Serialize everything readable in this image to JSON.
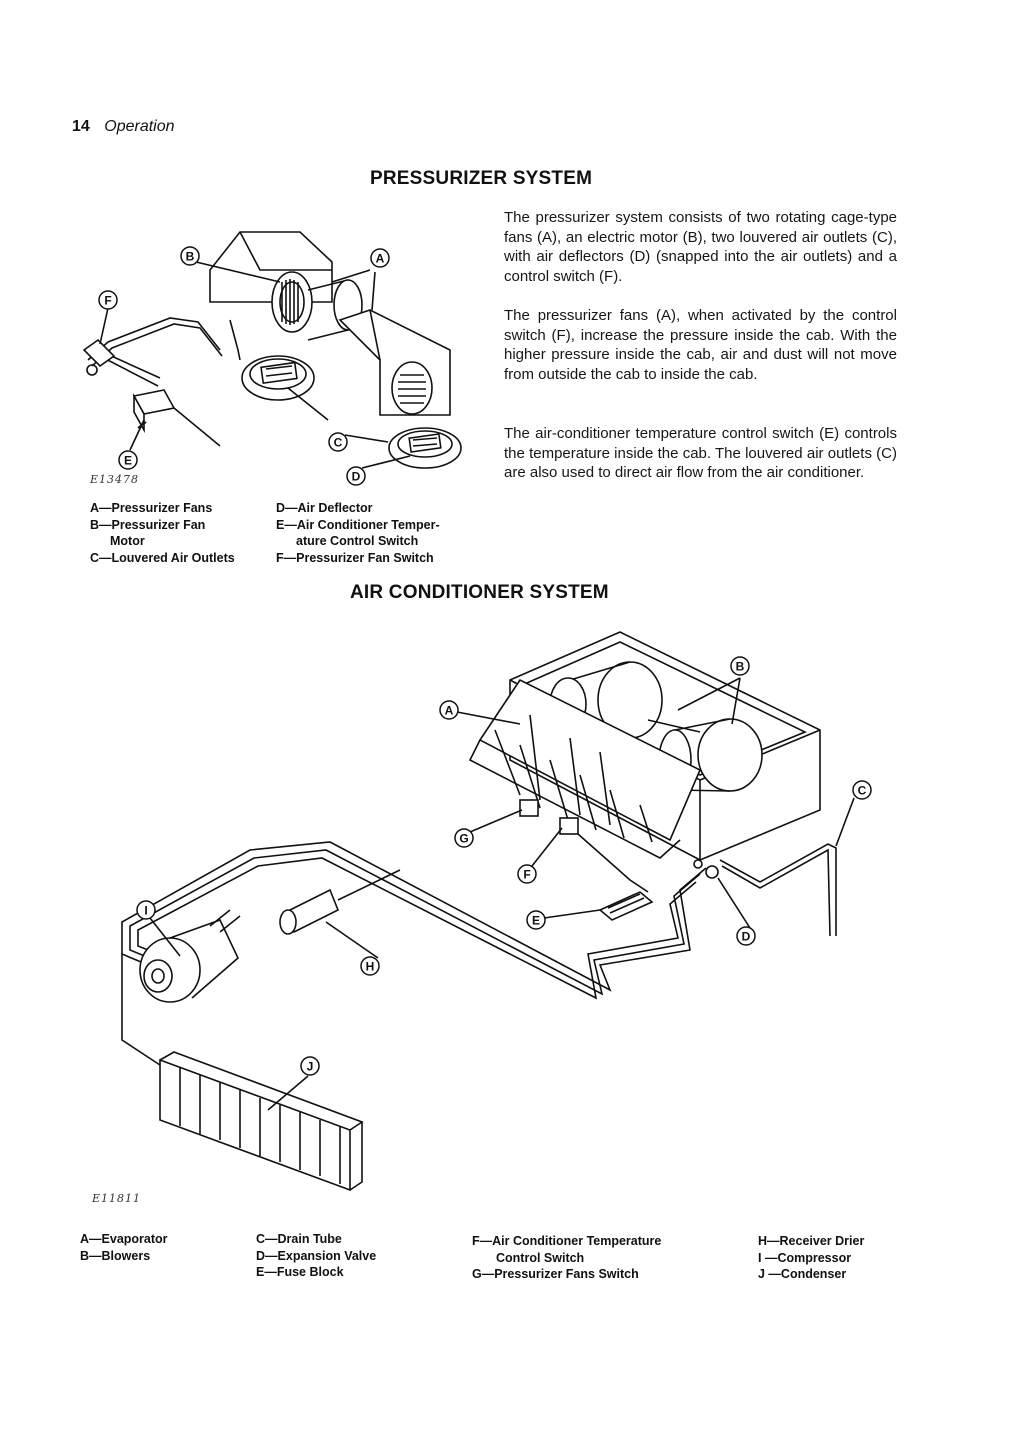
{
  "header": {
    "page_number": "14",
    "section": "Operation"
  },
  "pressurizer": {
    "title": "PRESSURIZER SYSTEM",
    "paragraphs": [
      "The pressurizer system consists of two rotating cage-type fans (A), an electric motor (B), two louvered air outlets (C), with air deflectors (D) (snapped into the air outlets) and a control switch (F).",
      "The pressurizer fans (A), when activated by the control switch (F), increase the pressure inside the cab. With the higher pressure inside the cab, air and dust will not move from outside the cab to inside the cab.",
      "The air-conditioner temperature control switch (E) controls the temperature inside the cab. The louvered air outlets (C) are also used to direct air flow from the air conditioner."
    ],
    "figure_id": "E13478",
    "callouts": [
      "A",
      "B",
      "C",
      "D",
      "E",
      "F"
    ],
    "legend_col1": [
      "A—Pressurizer Fans",
      "B—Pressurizer Fan",
      "Motor",
      "C—Louvered Air Outlets"
    ],
    "legend_col2": [
      "D—Air Deflector",
      "E—Air Conditioner Temper-",
      "ature Control Switch",
      "F—Pressurizer Fan Switch"
    ]
  },
  "air_conditioner": {
    "title": "AIR CONDITIONER SYSTEM",
    "figure_id": "E11811",
    "callouts": [
      "A",
      "B",
      "C",
      "D",
      "E",
      "F",
      "G",
      "H",
      "I",
      "J"
    ],
    "legend_col1": [
      "A—Evaporator",
      "B—Blowers"
    ],
    "legend_col2": [
      "C—Drain Tube",
      "D—Expansion Valve",
      "E—Fuse Block"
    ],
    "legend_col3": [
      "F—Air Conditioner Temperature",
      "Control Switch",
      "G—Pressurizer Fans Switch"
    ],
    "legend_col4": [
      "H—Receiver Drier",
      "I —Compressor",
      "J —Condenser"
    ]
  }
}
